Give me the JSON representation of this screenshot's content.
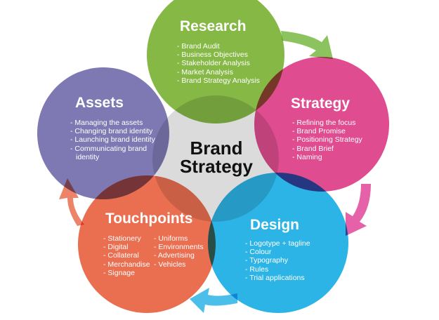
{
  "center": {
    "line1": "Brand",
    "line2": "Strategy"
  },
  "colors": {
    "research": "#86b846",
    "strategy": "#df4c8f",
    "design": "#2cb4e6",
    "touchpoints": "#ea6e50",
    "assets": "#7f79b3",
    "center": "#cfcfcf",
    "arrow_green": "#79b843",
    "arrow_pink": "#e0469a",
    "arrow_blue": "#2cb4e6",
    "arrow_red": "#ea6e50"
  },
  "sections": {
    "research": {
      "title": "Research",
      "items": [
        "Brand Audit",
        "Business Objectives",
        "Stakeholder Analysis",
        "Market Analysis",
        "Brand Strategy Analysis"
      ]
    },
    "strategy": {
      "title": "Strategy",
      "items": [
        "Refining the focus",
        "Brand Promise",
        "Positioning Strategy",
        "Brand Brief",
        "Naming"
      ]
    },
    "design": {
      "title": "Design",
      "items": [
        "Logotype + tagline",
        "Colour",
        "Typography",
        "Rules",
        "Trial applications"
      ]
    },
    "touchpoints": {
      "title": "Touchpoints",
      "items_col1": [
        "Stationery",
        "Digital",
        "Collateral",
        "Merchandise",
        "Signage"
      ],
      "items_col2": [
        "Uniforms",
        "Environments",
        "Advertising",
        "Vehicles"
      ]
    },
    "assets": {
      "title": "Assets",
      "items": [
        "Managing the assets",
        "Changing brand identity",
        "Launching brand identity",
        "Communicating brand",
        "identity"
      ]
    }
  }
}
